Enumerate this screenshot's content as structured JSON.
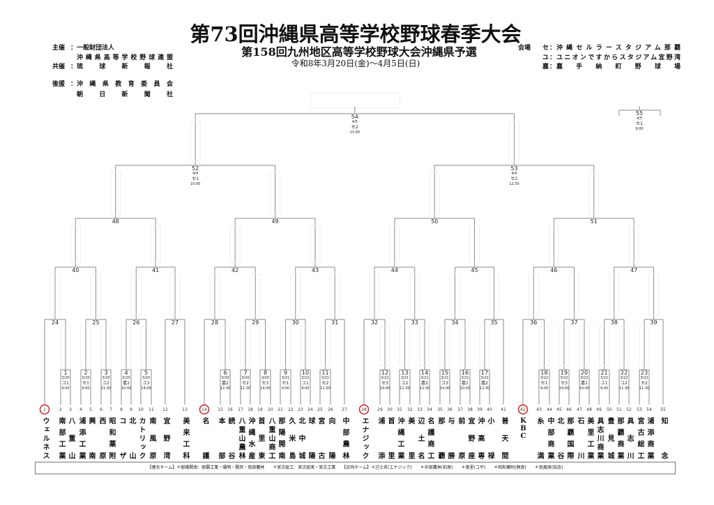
{
  "header": {
    "title": "第73回沖縄県高等学校野球春季大会",
    "subtitle": "第158回九州地区高等学校野球大会沖縄県予選",
    "dates": "令和8年3月20日(金)～4月5日(日)"
  },
  "organizers": [
    {
      "role": "主催",
      "lines": [
        "一般財団法人",
        "沖縄県高等学校野球連盟"
      ]
    },
    {
      "role": "共催",
      "lines": [
        "琉球新報社"
      ]
    },
    {
      "role": "後援",
      "lines": [
        "沖縄県教育委員会",
        "朝日新聞社"
      ]
    }
  ],
  "venues": {
    "label": "会場",
    "items": [
      {
        "code": "セ",
        "name": "沖縄セルラースタジアム那覇"
      },
      {
        "code": "ユ",
        "name": "ユニオンですからスタジアム宜野湾"
      },
      {
        "code": "嘉",
        "name": "嘉手納町野球場"
      }
    ]
  },
  "teams": [
    {
      "no": "1",
      "name": "ウェルネス",
      "seed": true
    },
    {
      "no": "2",
      "name": "南部工業"
    },
    {
      "no": "3",
      "name": "八重山"
    },
    {
      "no": "4",
      "name": "浦添工業"
    },
    {
      "no": "5",
      "name": "興南"
    },
    {
      "no": "6",
      "name": "西原"
    },
    {
      "no": "7",
      "name": "昭和薬附"
    },
    {
      "no": "8",
      "name": "コザ"
    },
    {
      "no": "9",
      "name": "北山"
    },
    {
      "no": "10",
      "name": "カトリック"
    },
    {
      "no": "11",
      "name": "南風原"
    },
    {
      "no": "12",
      "name": "宜野湾"
    },
    {
      "no": "13",
      "name": "美来工科"
    },
    {
      "no": "14",
      "name": "名護",
      "seed": true
    },
    {
      "no": "15",
      "name": "本部"
    },
    {
      "no": "16",
      "name": "読谷"
    },
    {
      "no": "17",
      "name": "八重山農林"
    },
    {
      "no": "18",
      "name": "沖縄水産"
    },
    {
      "no": "19",
      "name": "首里東"
    },
    {
      "no": "20",
      "name": "八重山商工"
    },
    {
      "no": "21",
      "name": "那陽開南"
    },
    {
      "no": "22",
      "name": "久米島"
    },
    {
      "no": "23",
      "name": "北中城"
    },
    {
      "no": "24",
      "name": "球陽"
    },
    {
      "no": "25",
      "name": "宮古"
    },
    {
      "no": "26",
      "name": "向陽"
    },
    {
      "no": "27",
      "name": "中部農林"
    },
    {
      "no": "28",
      "name": "エナジック",
      "seed": true
    },
    {
      "no": "29",
      "name": "浦添"
    },
    {
      "no": "30",
      "name": "首里"
    },
    {
      "no": "31",
      "name": "沖縄工業"
    },
    {
      "no": "32",
      "name": "美里"
    },
    {
      "no": "33",
      "name": "辺土名"
    },
    {
      "no": "34",
      "name": "名護商工"
    },
    {
      "no": "35",
      "name": "那覇"
    },
    {
      "no": "36",
      "name": "与勝"
    },
    {
      "no": "37",
      "name": "前原"
    },
    {
      "no": "38",
      "name": "宜野座"
    },
    {
      "no": "39",
      "name": "沖高専"
    },
    {
      "no": "40",
      "name": "小禄"
    },
    {
      "no": "41",
      "name": "普天間"
    },
    {
      "no": "42",
      "name": "KBC",
      "seed": true
    },
    {
      "no": "43",
      "name": "糸満"
    },
    {
      "no": "44",
      "name": "中部商業"
    },
    {
      "no": "45",
      "name": "北谷"
    },
    {
      "no": "46",
      "name": "那覇国際"
    },
    {
      "no": "47",
      "name": "石川"
    },
    {
      "no": "48",
      "name": "美里工業"
    },
    {
      "no": "49",
      "name": "具志川商業"
    },
    {
      "no": "50",
      "name": "豊見城"
    },
    {
      "no": "51",
      "name": "那覇商業"
    },
    {
      "no": "52",
      "name": "具志川"
    },
    {
      "no": "53",
      "name": "宮古総工"
    },
    {
      "no": "54",
      "name": "浦添商業"
    },
    {
      "no": "55",
      "name": "知念"
    }
  ],
  "matches": {
    "1": {
      "date": "3/20",
      "venue": "ユ1",
      "time": "9:00"
    },
    "2": {
      "date": "3/20",
      "venue": "セ1",
      "time": "9:00"
    },
    "3": {
      "date": "3/20",
      "venue": "ユ2",
      "time": "11:30"
    },
    "4": {
      "date": "3/20",
      "venue": "嘉1",
      "time": "10:00"
    },
    "5": {
      "date": "3/20",
      "venue": "ユ3",
      "time": "14:00"
    },
    "6": {
      "date": "3/20",
      "venue": "嘉2",
      "time": "12:30"
    },
    "7": {
      "date": "3/20",
      "venue": "セ2",
      "time": "11:30"
    },
    "8": {
      "date": "3/20",
      "venue": "セ3",
      "time": "14:00"
    },
    "9": {
      "date": "3/21",
      "venue": "セ1",
      "time": "9:00"
    },
    "10": {
      "date": "3/21",
      "venue": "ユ1",
      "time": "9:00"
    },
    "11": {
      "date": "3/21",
      "venue": "セ2",
      "time": "11:30"
    },
    "12": {
      "date": "3/21",
      "venue": "セ3",
      "time": "14:00"
    },
    "13": {
      "date": "3/21",
      "venue": "ユ2",
      "time": "11:30"
    },
    "14": {
      "date": "3/21",
      "venue": "嘉2",
      "time": "12:30"
    },
    "15": {
      "date": "3/21",
      "venue": "ユ3",
      "time": "14:00"
    },
    "16": {
      "date": "3/21",
      "venue": "嘉1",
      "time": "10:00"
    },
    "17": {
      "date": "3/22",
      "venue": "嘉2",
      "time": "12:30"
    },
    "18": {
      "date": "3/22",
      "venue": "セ1",
      "time": "9:00"
    },
    "19": {
      "date": "3/22",
      "venue": "セ3",
      "time": "14:00"
    },
    "20": {
      "date": "3/22",
      "venue": "嘉1",
      "time": "10:00"
    },
    "21": {
      "date": "3/22",
      "venue": "ユ1",
      "time": "9:00"
    },
    "22": {
      "date": "3/22",
      "venue": "ユ2",
      "time": "11:30"
    },
    "23": {
      "date": "3/22",
      "venue": "セ2",
      "time": "11:30"
    },
    "52": {
      "date": "4/4",
      "venue": "セ1",
      "time": "10:00"
    },
    "53": {
      "date": "4/4",
      "venue": "セ2",
      "time": "12:30"
    },
    "54": {
      "date": "4/5",
      "venue": "セ2",
      "time": "13:00"
    },
    "55": {
      "date": "4/5",
      "venue": "セ1",
      "time": "9:00"
    }
  },
  "footer": {
    "notes": "【連合チーム】＊那陽開南：那覇工業・陽明・開邦・南部農林　　＊宮古総工：宮古総実・宮古工業　　【合同チーム】＊辺土名(エナジック)　　＊中部農林(前原)　　＊美里(コザ)　　＊昭和薬附(興南)　　＊南風原(知念)"
  },
  "colors": {
    "line": "#8a8a8a",
    "seed_circle": "#d42020",
    "placeholder": "#eeeeee"
  }
}
